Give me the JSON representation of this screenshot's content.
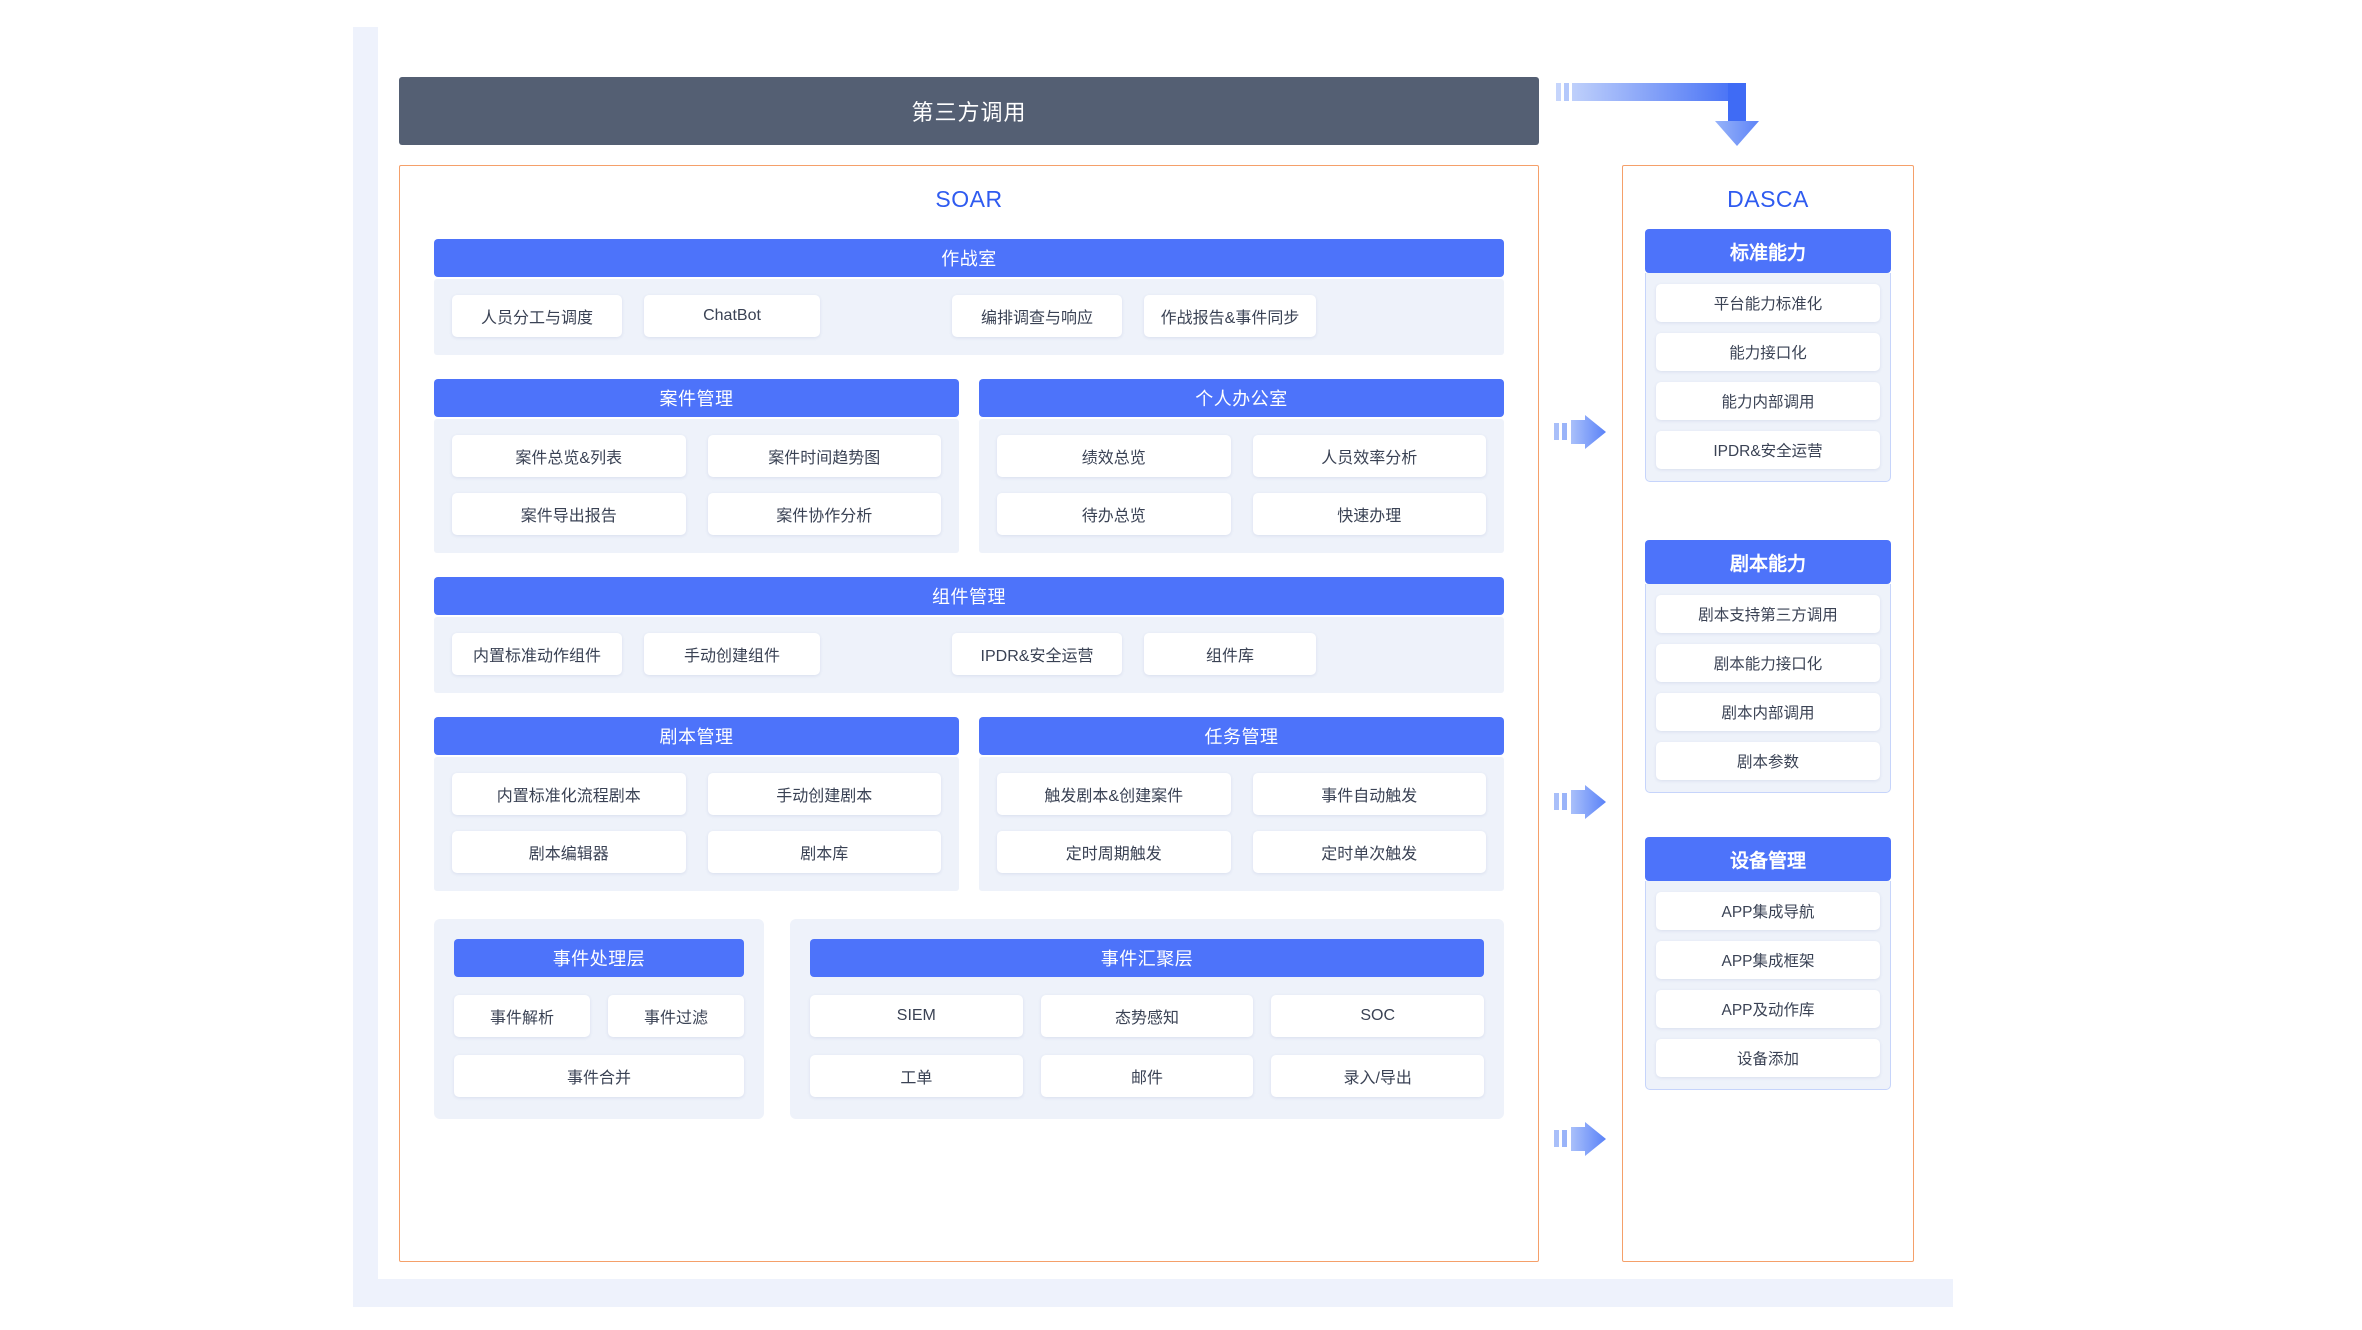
{
  "colors": {
    "outer_band": "#eef2fc",
    "header_dark": "#545f73",
    "accent_blue": "#4d73fa",
    "panel_border_orange": "#f5a06a",
    "title_blue": "#2f5bf0",
    "card_bg_light": "#eef2fa"
  },
  "header": {
    "title": "第三方调用"
  },
  "soar": {
    "title": "SOAR",
    "modules": [
      {
        "name": "warroom",
        "head": "作战室",
        "rows": [
          [
            "人员分工与调度",
            "ChatBot",
            "编排调查与响应",
            "作战报告&事件同步"
          ]
        ]
      },
      {
        "name": "case-management",
        "head": "案件管理",
        "rows": [
          [
            "案件总览&列表",
            "案件时间趋势图"
          ],
          [
            "案件导出报告",
            "案件协作分析"
          ]
        ]
      },
      {
        "name": "personal-office",
        "head": "个人办公室",
        "rows": [
          [
            "绩效总览",
            "人员效率分析"
          ],
          [
            "待办总览",
            "快速办理"
          ]
        ]
      },
      {
        "name": "component-management",
        "head": "组件管理",
        "rows": [
          [
            "内置标准动作组件",
            "手动创建组件",
            "IPDR&安全运营",
            "组件库"
          ]
        ]
      },
      {
        "name": "playbook-management",
        "head": "剧本管理",
        "rows": [
          [
            "内置标准化流程剧本",
            "手动创建剧本"
          ],
          [
            "剧本编辑器",
            "剧本库"
          ]
        ]
      },
      {
        "name": "task-management",
        "head": "任务管理",
        "rows": [
          [
            "触发剧本&创建案件",
            "事件自动触发"
          ],
          [
            "定时周期触发",
            "定时单次触发"
          ]
        ]
      }
    ],
    "bottom": [
      {
        "name": "event-processing-layer",
        "head": "事件处理层",
        "rows": [
          [
            "事件解析",
            "事件过滤"
          ],
          [
            "事件合并"
          ]
        ]
      },
      {
        "name": "event-aggregation-layer",
        "head": "事件汇聚层",
        "rows": [
          [
            "SIEM",
            "态势感知",
            "SOC"
          ],
          [
            "工单",
            "邮件",
            "录入/导出"
          ]
        ]
      }
    ]
  },
  "dasca": {
    "title": "DASCA",
    "groups": [
      {
        "name": "standard-capability",
        "head": "标准能力",
        "items": [
          "平台能力标准化",
          "能力接口化",
          "能力内部调用",
          "IPDR&安全运营"
        ]
      },
      {
        "name": "playbook-capability",
        "head": "剧本能力",
        "items": [
          "剧本支持第三方调用",
          "剧本能力接口化",
          "剧本内部调用",
          "剧本参数"
        ]
      },
      {
        "name": "device-management",
        "head": "设备管理",
        "items": [
          "APP集成导航",
          "APP集成框架",
          "APP及动作库",
          "设备添加"
        ]
      }
    ]
  },
  "arrows": {
    "top_l_arrow": "l-shaped-arrow-right-down",
    "side_arrows": [
      "arrow-right-1",
      "arrow-right-2",
      "arrow-right-3"
    ]
  }
}
